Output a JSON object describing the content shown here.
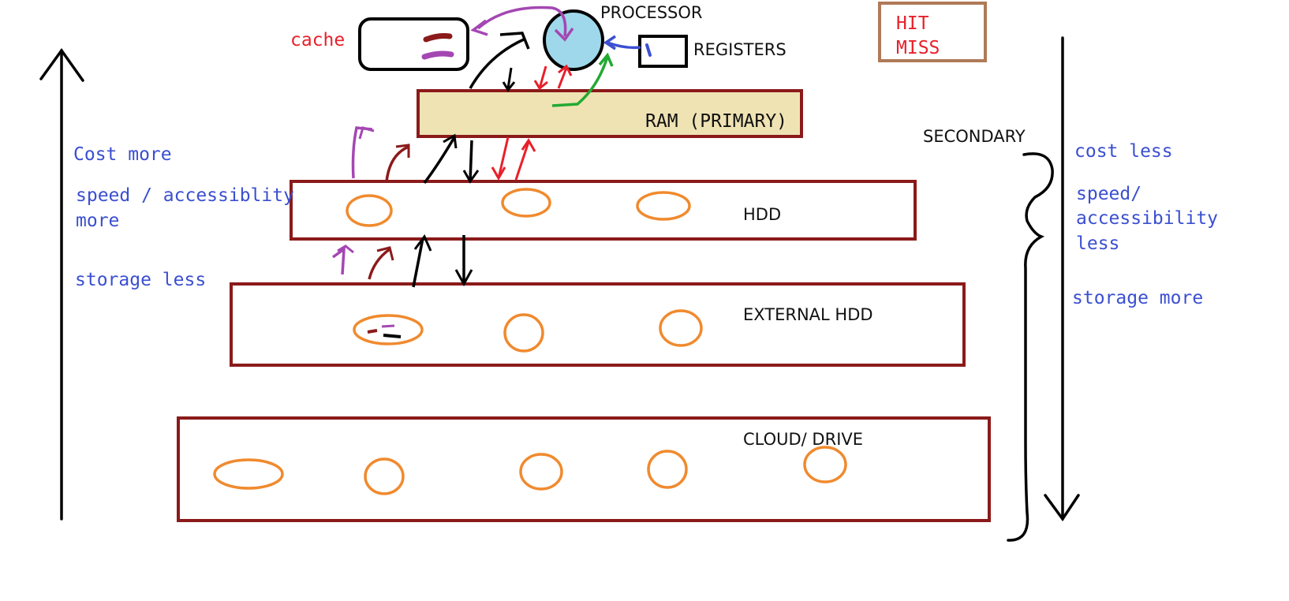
{
  "labels": {
    "cache": "cache",
    "processor": "PROCESSOR",
    "registers": "REGISTERS",
    "hit": "HIT",
    "miss": "MISS",
    "ram": "RAM (PRIMARY)",
    "secondary": "SECONDARY",
    "hdd": "HDD",
    "external_hdd": "EXTERNAL HDD",
    "cloud_drive": "CLOUD/ DRIVE",
    "left_cost": "Cost more",
    "left_speed_1": "speed / accessiblity",
    "left_speed_2": "more",
    "left_storage": "storage less",
    "right_cost": "cost less",
    "right_speed_1": "speed/",
    "right_speed_2": "accessibility",
    "right_speed_3": "less",
    "right_storage": "storage more"
  },
  "colors": {
    "tier_border": "#8b1a1a",
    "ram_fill": "#efe3b4",
    "processor_fill": "#9fd8ea",
    "disk_circle": "#f08a2e",
    "hit_miss_border": "#b07a58",
    "annotation_blue": "#3b4fd0",
    "annotation_red": "#e8202a",
    "arrow_purple": "#a447b3",
    "arrow_darkred": "#8b1a1a",
    "arrow_red": "#e8202a",
    "arrow_green": "#22aa33",
    "arrow_blue": "#3b4fd0",
    "arrow_black": "#000000"
  }
}
